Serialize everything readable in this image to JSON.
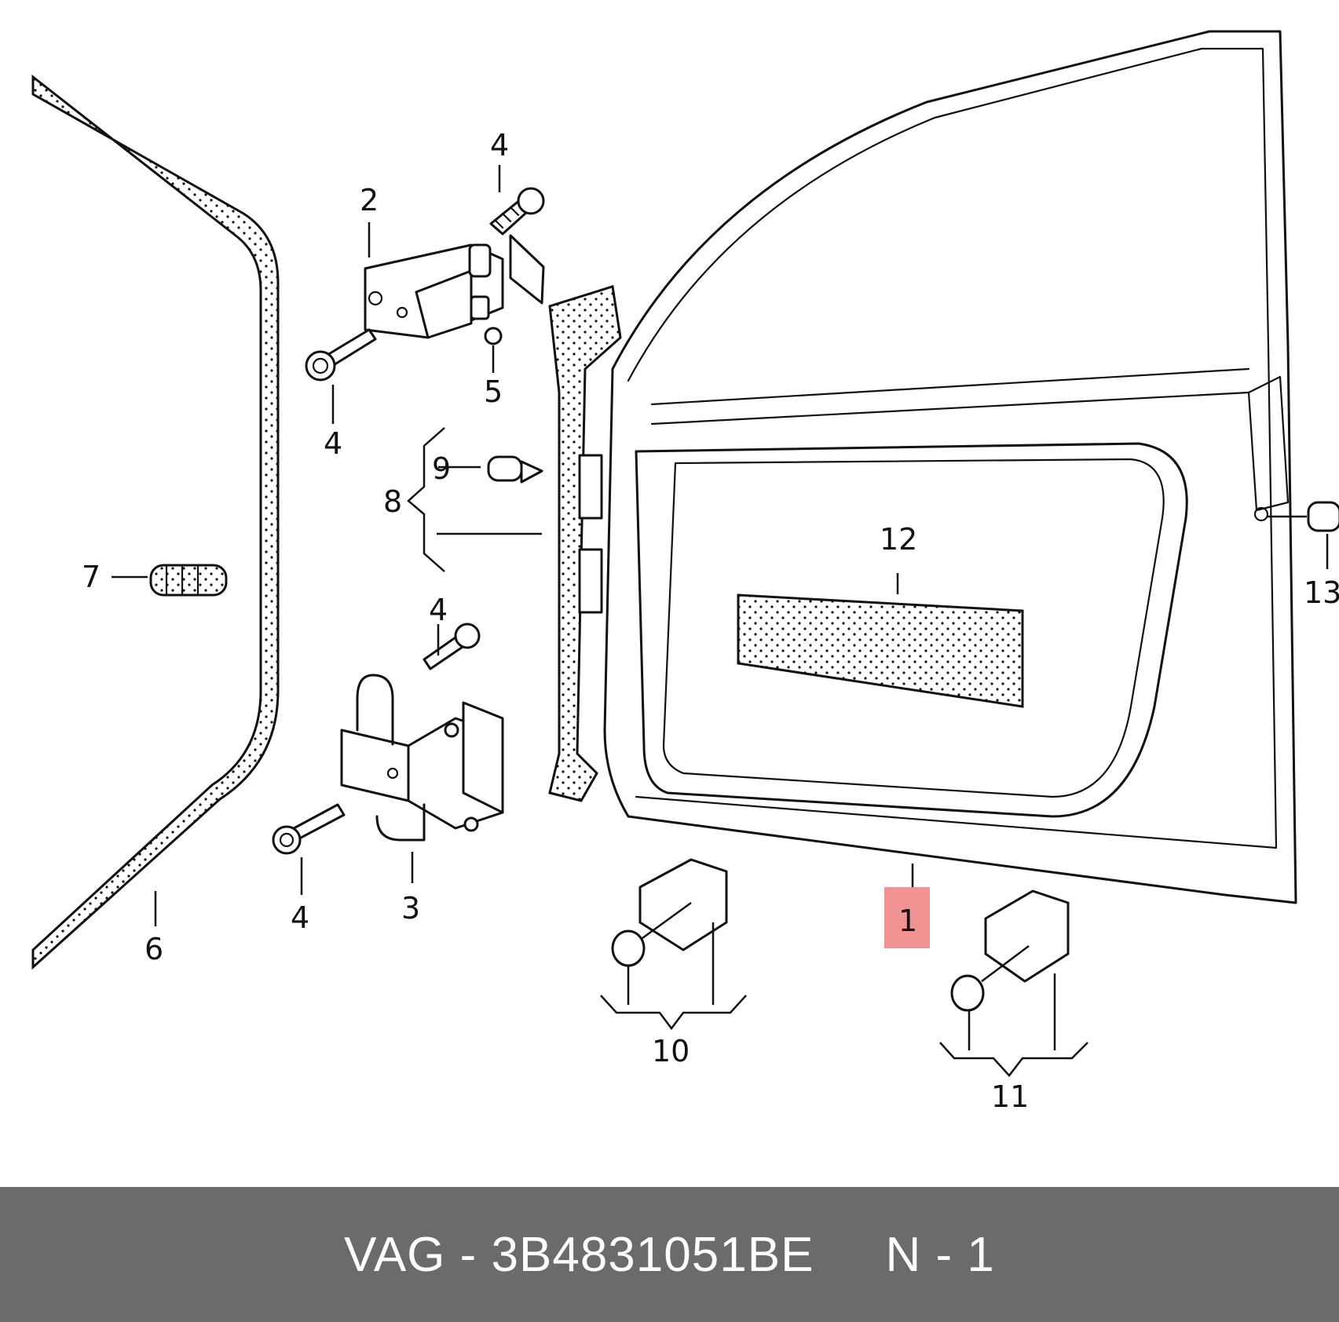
{
  "callouts": {
    "c1": "1",
    "c2": "2",
    "c3": "3",
    "c4a": "4",
    "c4b": "4",
    "c4c": "4",
    "c4d": "4",
    "c5": "5",
    "c6": "6",
    "c7": "7",
    "c8": "8",
    "c9": "9",
    "c10": "10",
    "c11": "11",
    "c12": "12",
    "c13": "13"
  },
  "highlight": {
    "part": "1",
    "color": "#f08080"
  },
  "footer": {
    "text": "VAG - 3B4831051BE     N - 1",
    "background": "#6b6b6b",
    "color": "#ffffff"
  }
}
